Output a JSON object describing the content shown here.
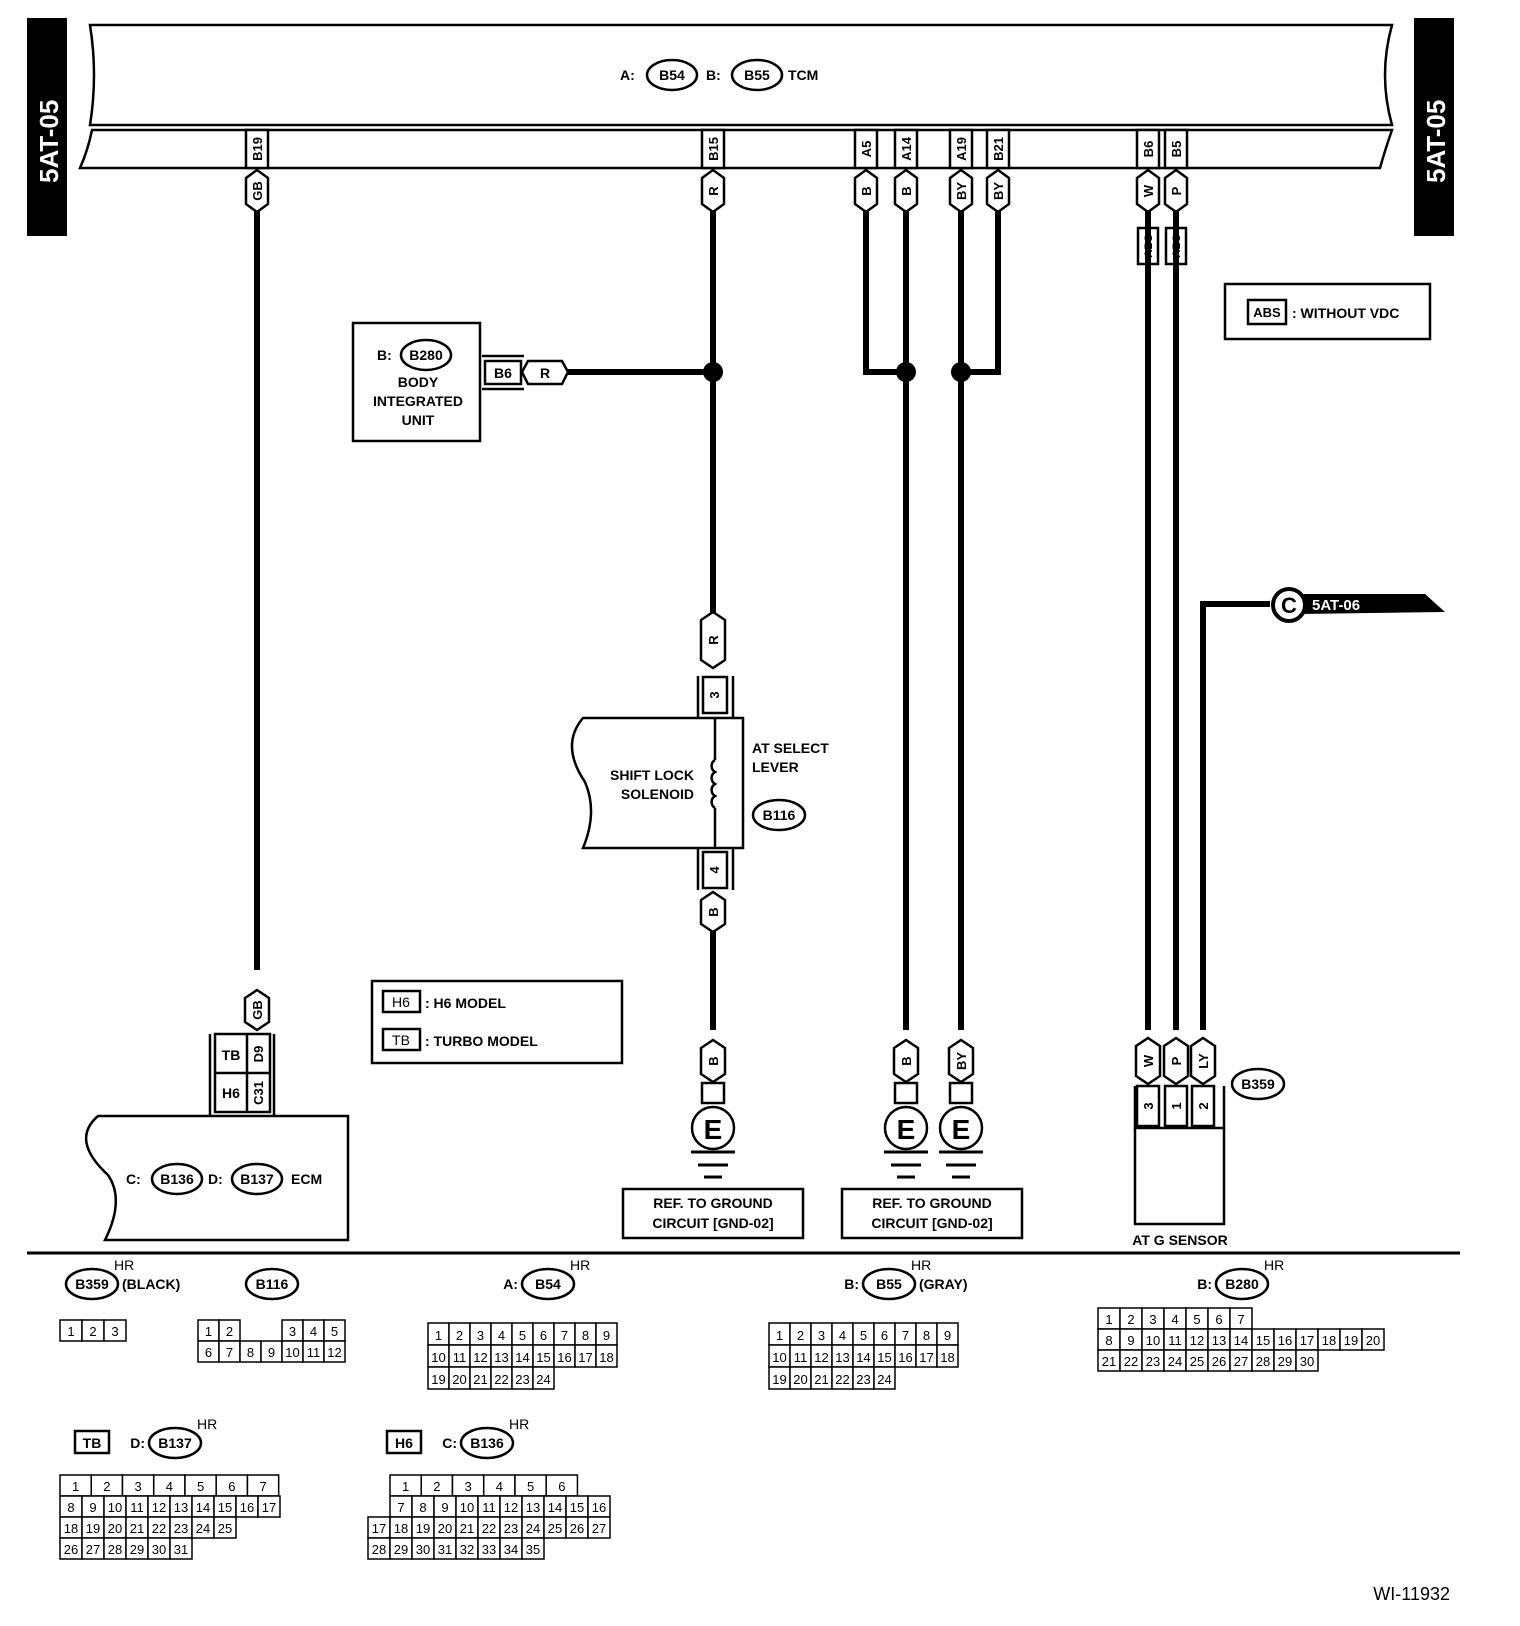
{
  "diagram": {
    "figure_id": "WI-11932",
    "page_ref_left": "5AT-05",
    "page_ref_right": "5AT-05",
    "tcm": {
      "label": "TCM",
      "connectors": [
        {
          "prefix": "A:",
          "id": "B54"
        },
        {
          "prefix": "B:",
          "id": "B55"
        }
      ]
    },
    "tcm_pins": [
      {
        "pin": "B19",
        "wire": "GB"
      },
      {
        "pin": "B15",
        "wire": "R"
      },
      {
        "pin": "A5",
        "wire": "B"
      },
      {
        "pin": "A14",
        "wire": "B"
      },
      {
        "pin": "A19",
        "wire": "BY"
      },
      {
        "pin": "B21",
        "wire": "BY"
      },
      {
        "pin": "B6",
        "wire": "W",
        "tag": "ABS"
      },
      {
        "pin": "B5",
        "wire": "P",
        "tag": "ABS"
      }
    ],
    "abs_legend": {
      "tag": "ABS",
      "text": ": WITHOUT VDC"
    },
    "body_unit": {
      "prefix": "B:",
      "id": "B280",
      "line1": "BODY",
      "line2": "INTEGRATED",
      "line3": "UNIT",
      "pin": "B6",
      "wire": "R"
    },
    "select_lever": {
      "component": "SHIFT LOCK",
      "component2": "SOLENOID",
      "title1": "AT SELECT",
      "title2": "LEVER",
      "connector": "B116",
      "pin_top": "3",
      "wire_top": "R",
      "pin_bottom": "4",
      "wire_bottom": "B"
    },
    "model_legend": [
      {
        "tag": "H6",
        "text": ": H6 MODEL"
      },
      {
        "tag": "TB",
        "text": ": TURBO MODEL"
      }
    ],
    "ecm": {
      "label": "ECM",
      "connectors": [
        {
          "prefix": "C:",
          "id": "B136"
        },
        {
          "prefix": "D:",
          "id": "B137"
        }
      ],
      "wire": "GB",
      "pins": [
        {
          "tag": "TB",
          "pin": "D9"
        },
        {
          "tag": "H6",
          "pin": "C31"
        }
      ]
    },
    "grounds": [
      {
        "wire": "B",
        "symbol": "E",
        "ref1": "REF. TO GROUND",
        "ref2": "CIRCUIT [GND-02]"
      },
      {
        "wire": "B",
        "symbol": "E"
      },
      {
        "wire": "BY",
        "symbol": "E",
        "ref1": "REF. TO GROUND",
        "ref2": "CIRCUIT [GND-02]"
      }
    ],
    "offpage": {
      "symbol": "C",
      "target": "5AT-06"
    },
    "g_sensor": {
      "label": "AT G SENSOR",
      "connector": "B359",
      "pins": [
        {
          "pin": "3",
          "wire": "W"
        },
        {
          "pin": "1",
          "wire": "P"
        },
        {
          "pin": "2",
          "wire": "LY"
        }
      ]
    },
    "connector_views": [
      {
        "id": "B359",
        "prefix": "",
        "sup": "HR",
        "note": "(BLACK)",
        "rows": [
          [
            "1",
            "2",
            "3"
          ]
        ]
      },
      {
        "id": "B116",
        "prefix": "",
        "sup": "",
        "note": "",
        "rows": [
          [
            "1",
            "2",
            "",
            "",
            "3",
            "4",
            "5"
          ],
          [
            "6",
            "7",
            "8",
            "9",
            "10",
            "11",
            "12"
          ]
        ]
      },
      {
        "id": "B54",
        "prefix": "A:",
        "sup": "HR",
        "note": "",
        "rows": [
          [
            "1",
            "2",
            "3",
            "4",
            "5",
            "6",
            "7",
            "8",
            "9"
          ],
          [
            "10",
            "11",
            "12",
            "13",
            "14",
            "15",
            "16",
            "17",
            "18"
          ],
          [
            "19",
            "20",
            "21",
            "22",
            "23",
            "24"
          ]
        ]
      },
      {
        "id": "B55",
        "prefix": "B:",
        "sup": "HR",
        "note": "(GRAY)",
        "rows": [
          [
            "1",
            "2",
            "3",
            "4",
            "5",
            "6",
            "7",
            "8",
            "9"
          ],
          [
            "10",
            "11",
            "12",
            "13",
            "14",
            "15",
            "16",
            "17",
            "18"
          ],
          [
            "19",
            "20",
            "21",
            "22",
            "23",
            "24"
          ]
        ]
      },
      {
        "id": "B280",
        "prefix": "B:",
        "sup": "HR",
        "note": "",
        "rows": [
          [
            "1",
            "2",
            "3",
            "4",
            "5",
            "6",
            "7"
          ],
          [
            "8",
            "9",
            "10",
            "11",
            "12",
            "13",
            "14",
            "15",
            "16",
            "17",
            "18",
            "19",
            "20"
          ],
          [
            "21",
            "22",
            "23",
            "24",
            "25",
            "26",
            "27",
            "28",
            "29",
            "30"
          ]
        ]
      },
      {
        "id": "B137",
        "prefix": "D:",
        "tag": "TB",
        "sup": "HR",
        "note": "",
        "rows": [
          [
            "1",
            "2",
            "3",
            "4",
            "5",
            "6",
            "7"
          ],
          [
            "8",
            "9",
            "10",
            "11",
            "12",
            "13",
            "14",
            "15",
            "16",
            "17"
          ],
          [
            "18",
            "19",
            "20",
            "21",
            "22",
            "23",
            "24",
            "25"
          ],
          [
            "26",
            "27",
            "28",
            "29",
            "30",
            "31"
          ]
        ]
      },
      {
        "id": "B136",
        "prefix": "C:",
        "tag": "H6",
        "sup": "HR",
        "note": "",
        "rows": [
          [
            "1",
            "2",
            "3",
            "4",
            "5",
            "6"
          ],
          [
            "7",
            "8",
            "9",
            "10",
            "11",
            "12",
            "13",
            "14",
            "15",
            "16"
          ],
          [
            "17",
            "18",
            "19",
            "20",
            "21",
            "22",
            "23",
            "24",
            "25",
            "26",
            "27"
          ],
          [
            "28",
            "29",
            "30",
            "31",
            "32",
            "33",
            "34",
            "35"
          ]
        ]
      }
    ]
  }
}
